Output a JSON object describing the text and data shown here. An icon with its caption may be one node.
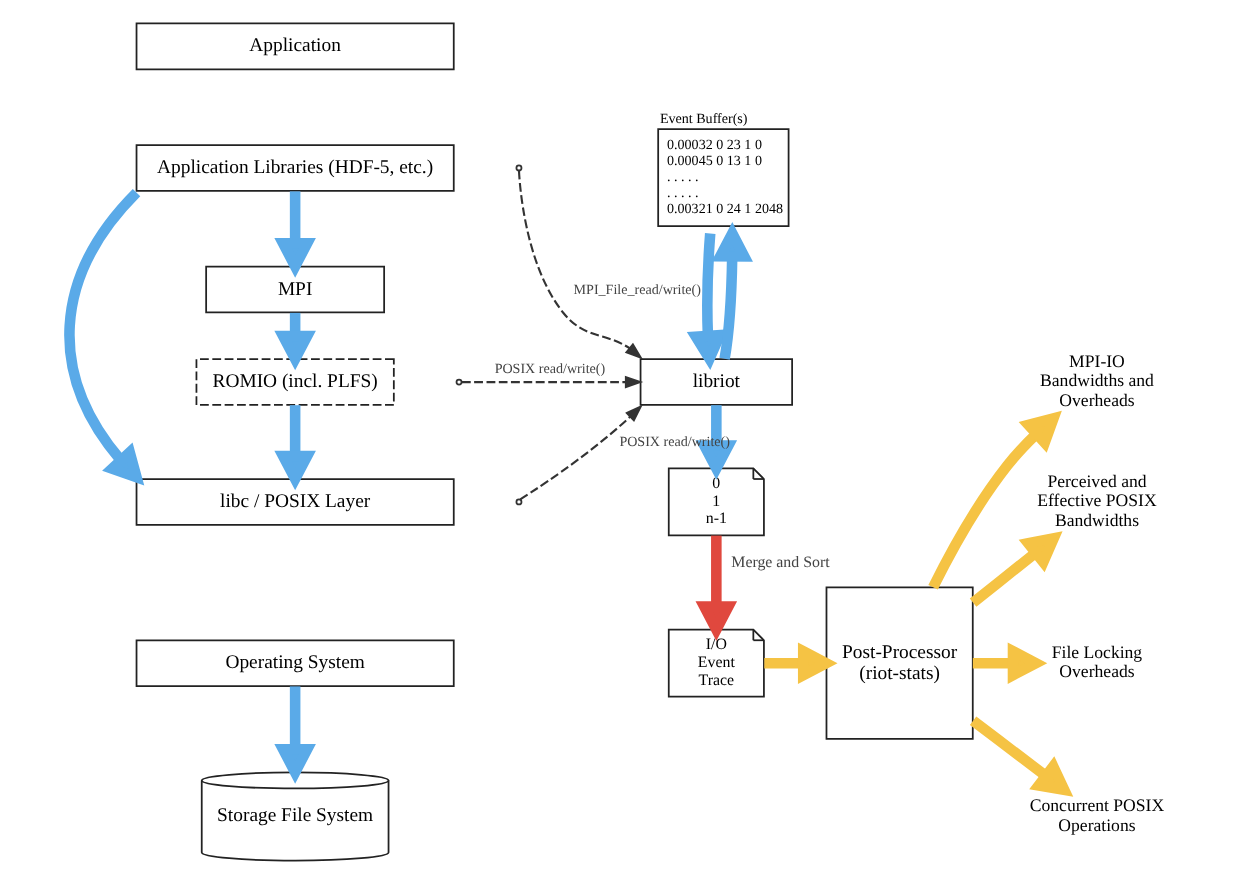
{
  "diagram": {
    "nodes": [
      {
        "text": [
          "Application"
        ]
      },
      {
        "text": [
          "Application Libraries (HDF-5, etc.)"
        ]
      },
      {
        "text": [
          "MPI"
        ]
      },
      {
        "text": [
          "ROMIO (incl. PLFS)"
        ]
      },
      {
        "text": [
          "libc / POSIX Layer"
        ]
      },
      {
        "text": [
          "Operating System"
        ]
      },
      {
        "text": [
          "Storage File System"
        ]
      },
      {
        "text": [
          "Event Buffer(s)",
          "0.00032 0 23 1 0",
          "0.00045 0 13 1 0",
          ". . . . .",
          ". . . . .",
          "0.00321 0 24 1 2048"
        ]
      },
      {
        "text": [
          "libriot"
        ]
      },
      {
        "text": [
          "0",
          "1",
          "n-1"
        ]
      },
      {
        "text": [
          "I/O Event Trace"
        ]
      },
      {
        "text": [
          "Post-Processor (riot-stats)"
        ]
      },
      {
        "text": [
          "MPI-IO Bandwidths and Overheads"
        ]
      },
      {
        "text": [
          "Perceived and Effective POSIX Bandwidths"
        ]
      },
      {
        "text": [
          "File Locking Overheads"
        ]
      },
      {
        "text": [
          "Concurrent POSIX Operations"
        ]
      }
    ],
    "edges": [
      {
        "from": 1,
        "to": 4,
        "arrow": "to"
      },
      {
        "from": 1,
        "to": 2,
        "arrow": "to"
      },
      {
        "from": 2,
        "to": 3,
        "arrow": "to"
      },
      {
        "from": 3,
        "to": 4,
        "arrow": "to"
      },
      {
        "from": 5,
        "to": 6,
        "arrow": "to"
      },
      {
        "from": null,
        "to": 8,
        "arrow": "to",
        "label": "MPI_File_read/write()",
        "style": "dashed",
        "color": "#333333"
      },
      {
        "from": null,
        "to": 8,
        "arrow": "to",
        "label": "POSIX read/write()",
        "style": "dashed",
        "color": "#333333"
      },
      {
        "from": null,
        "to": 8,
        "arrow": "to",
        "label": "POSIX read/write()",
        "style": "dashed",
        "color": "#333333"
      },
      {
        "from": 7,
        "to": 8,
        "arrow": "to"
      },
      {
        "from": 8,
        "to": 7,
        "arrow": "to"
      },
      {
        "from": 8,
        "to": 9,
        "arrow": "to"
      },
      {
        "from": 9,
        "to": 10,
        "arrow": "to",
        "label": "Merge and Sort",
        "color": "#e0483e"
      },
      {
        "from": 10,
        "to": 11,
        "arrow": "to",
        "color": "#f5c344"
      },
      {
        "from": 11,
        "to": 12,
        "arrow": "to",
        "color": "#f5c344"
      },
      {
        "from": 11,
        "to": 13,
        "arrow": "to",
        "color": "#f5c344"
      },
      {
        "from": 11,
        "to": 14,
        "arrow": "to",
        "color": "#f5c344"
      },
      {
        "from": 11,
        "to": 15,
        "arrow": "to",
        "color": "#f5c344"
      }
    ]
  }
}
